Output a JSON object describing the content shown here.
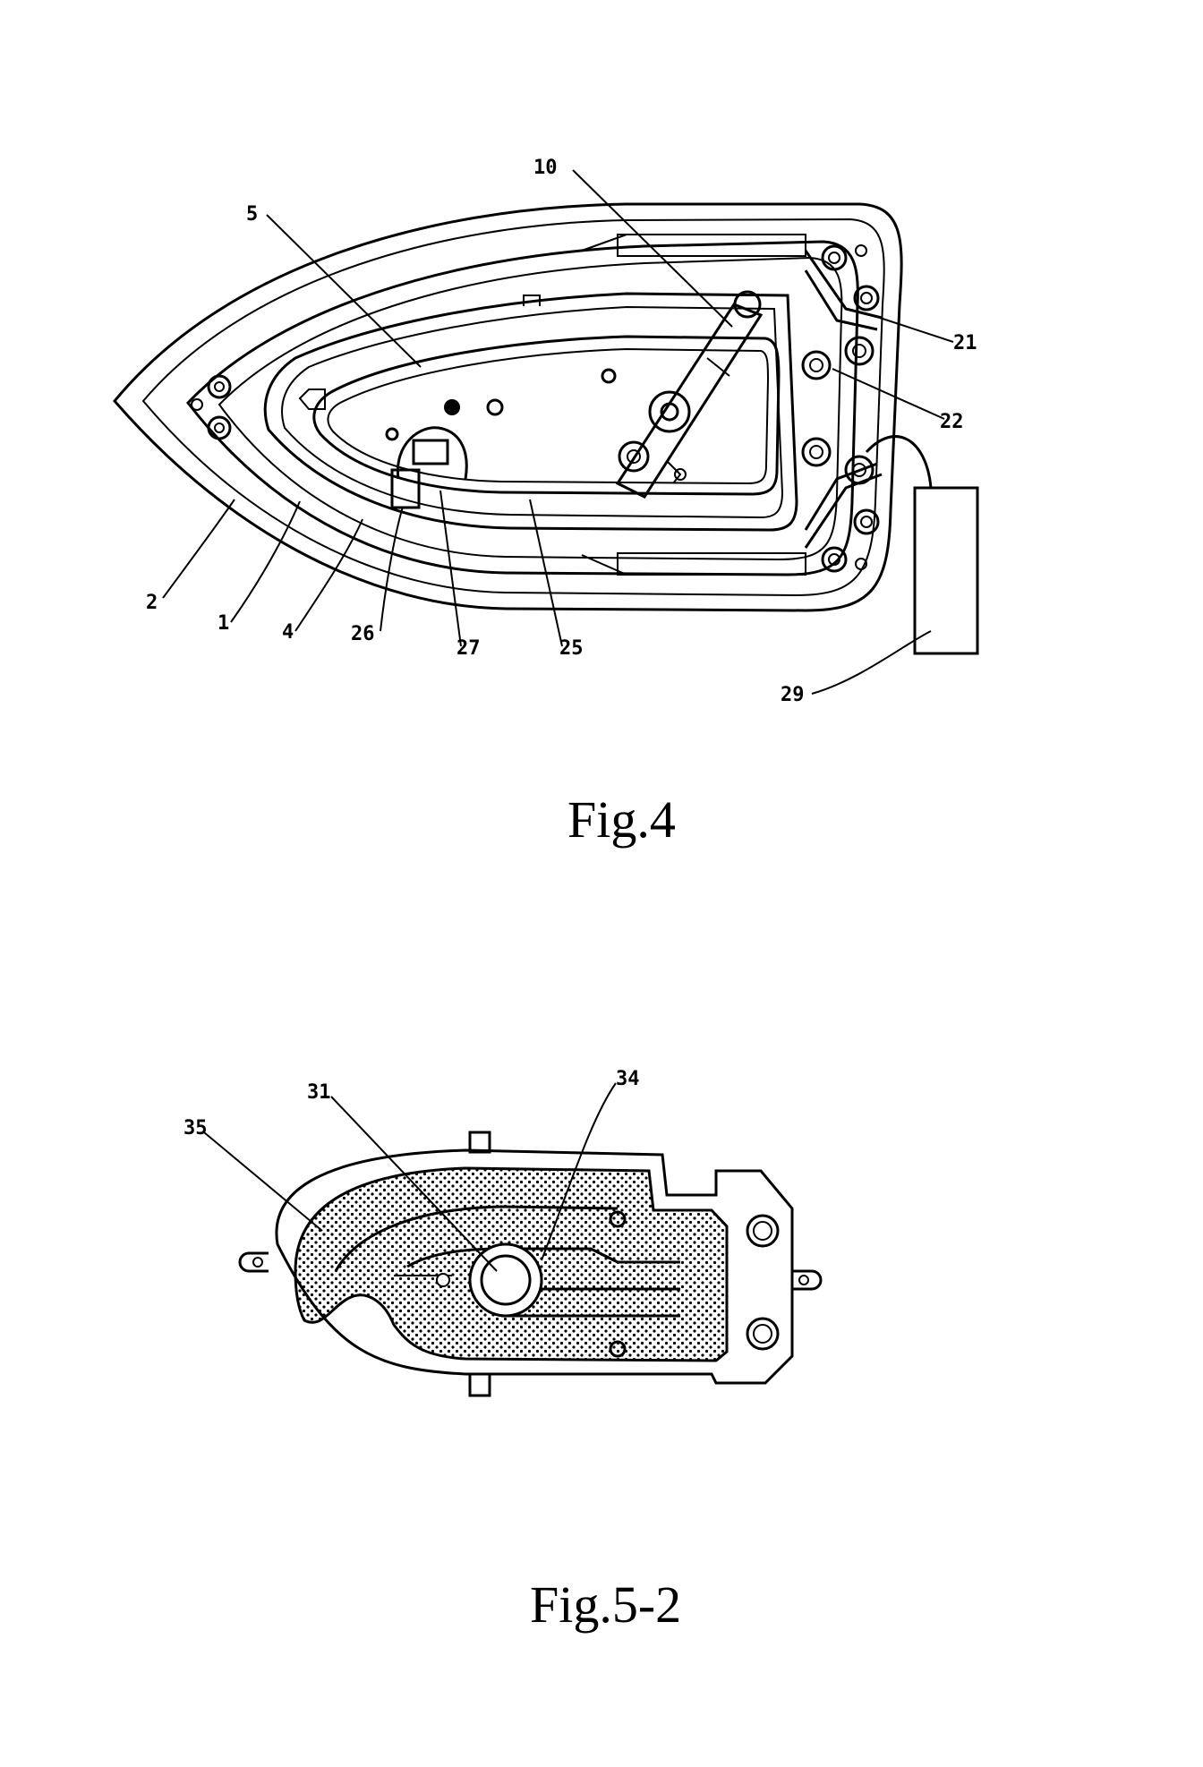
{
  "figures": [
    {
      "caption": "Fig.4",
      "labels": [
        "10",
        "5",
        "21",
        "22",
        "2",
        "1",
        "4",
        "26",
        "27",
        "25",
        "29"
      ]
    },
    {
      "caption": "Fig.5-2",
      "labels": [
        "31",
        "34",
        "35"
      ]
    }
  ]
}
